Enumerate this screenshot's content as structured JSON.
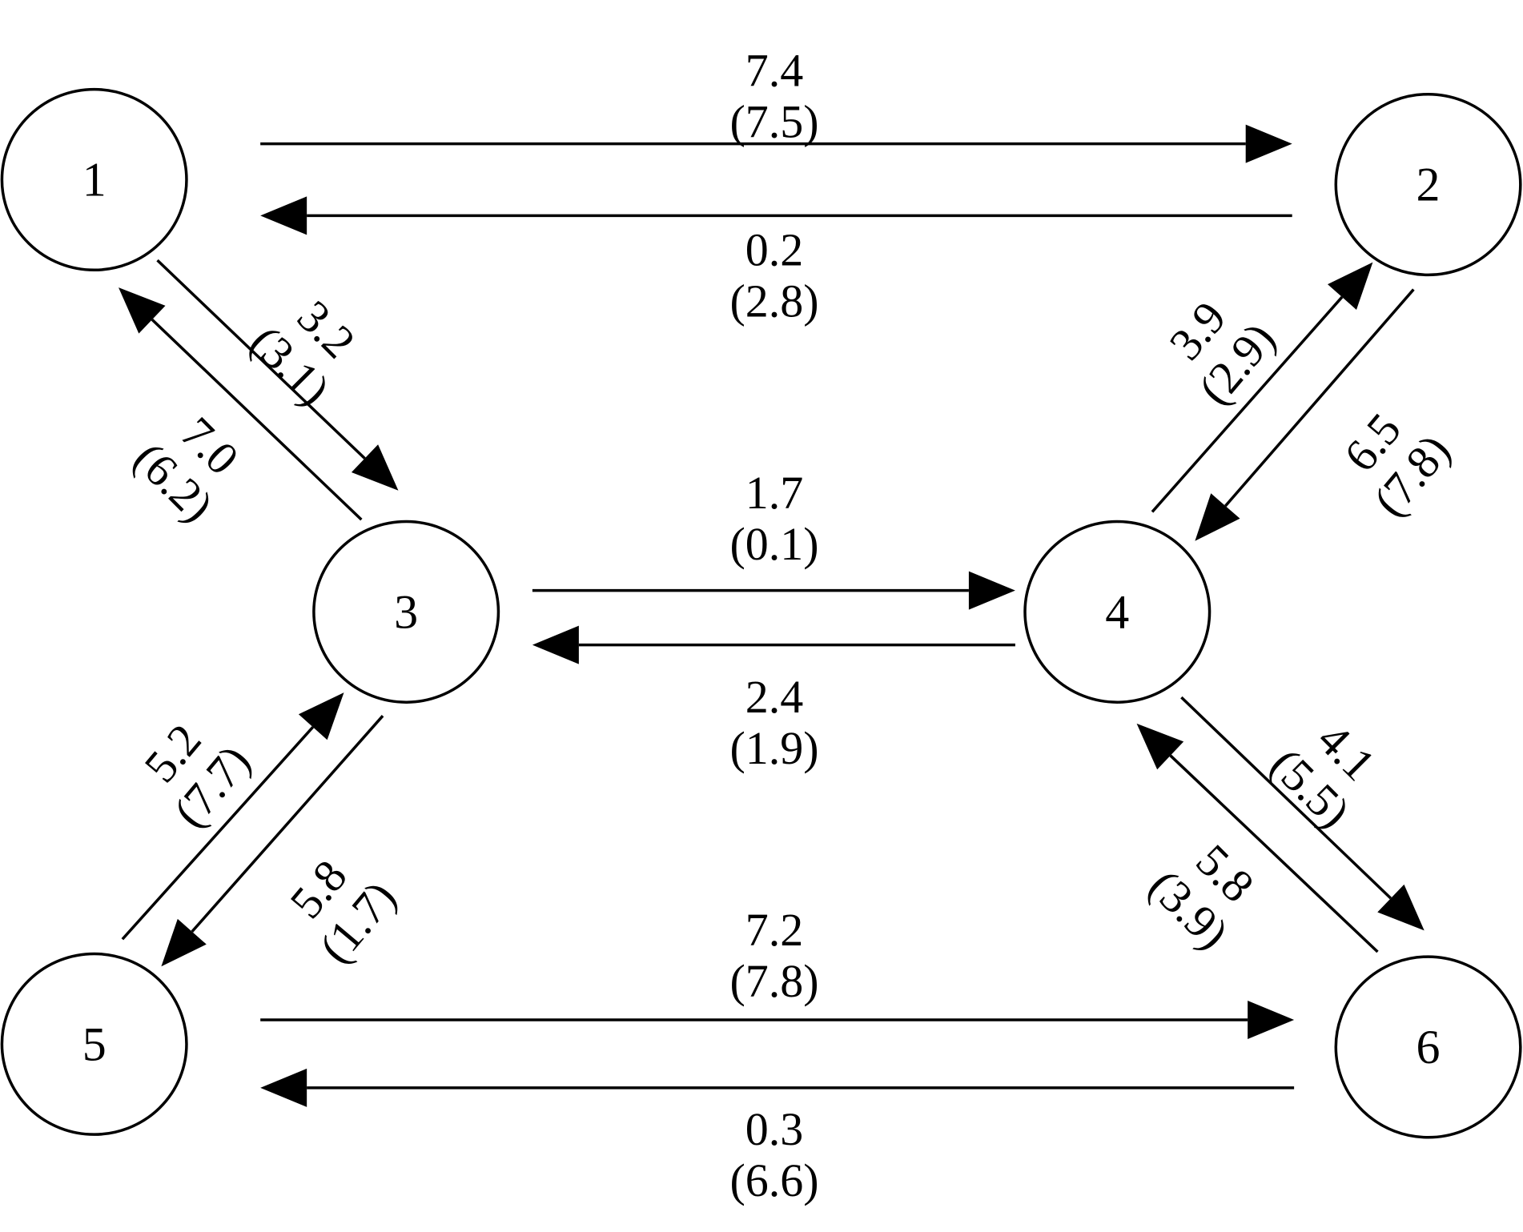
{
  "diagram": {
    "type": "directed-network",
    "label_format": "value (value in parentheses)",
    "nodes": [
      {
        "id": "1",
        "label": "1"
      },
      {
        "id": "2",
        "label": "2"
      },
      {
        "id": "3",
        "label": "3"
      },
      {
        "id": "4",
        "label": "4"
      },
      {
        "id": "5",
        "label": "5"
      },
      {
        "id": "6",
        "label": "6"
      }
    ],
    "edges": [
      {
        "from": "1",
        "to": "2",
        "value": "7.4",
        "paren": "(7.5)"
      },
      {
        "from": "2",
        "to": "1",
        "value": "0.2",
        "paren": "(2.8)"
      },
      {
        "from": "1",
        "to": "3",
        "value": "3.2",
        "paren": "(3.1)"
      },
      {
        "from": "3",
        "to": "1",
        "value": "7.0",
        "paren": "(6.2)"
      },
      {
        "from": "4",
        "to": "2",
        "value": "3.9",
        "paren": "(2.9)"
      },
      {
        "from": "2",
        "to": "4",
        "value": "6.5",
        "paren": "(7.8)"
      },
      {
        "from": "3",
        "to": "4",
        "value": "1.7",
        "paren": "(0.1)"
      },
      {
        "from": "4",
        "to": "3",
        "value": "2.4",
        "paren": "(1.9)"
      },
      {
        "from": "5",
        "to": "3",
        "value": "5.2",
        "paren": "(7.7)"
      },
      {
        "from": "3",
        "to": "5",
        "value": "5.8",
        "paren": "(1.7)"
      },
      {
        "from": "4",
        "to": "6",
        "value": "4.1",
        "paren": "(5.5)"
      },
      {
        "from": "6",
        "to": "4",
        "value": "5.8",
        "paren": "(3.9)"
      },
      {
        "from": "5",
        "to": "6",
        "value": "7.2",
        "paren": "(7.8)"
      },
      {
        "from": "6",
        "to": "5",
        "value": "0.3",
        "paren": "(6.6)"
      }
    ]
  }
}
